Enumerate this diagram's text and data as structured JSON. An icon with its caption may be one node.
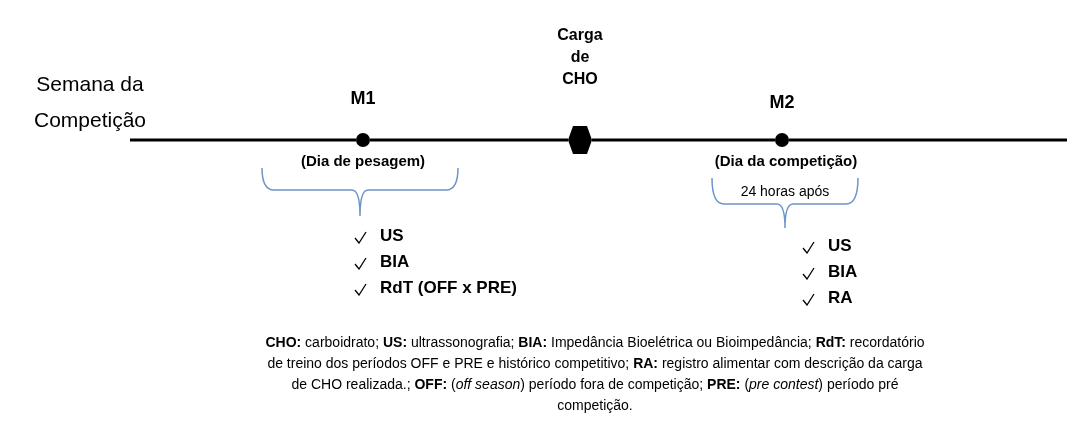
{
  "diagram": {
    "caption": "**CHO:** carboidrato; **US:** ultrassonografia;  **BIA:** Impedância Bioelétrica ou Bioimpedância; **RdT:** recordatório de treino dos períodos OFF e PRE  e histórico competitivo; **RA:** registro alimentar com descrição da carga de CHO realizada.; **OFF:** (*off season*) período fora de competição; **PRE:** (*pre contest*) período pré competição.",
    "nodes": [
      {
        "text": [
          "Semana da Competição"
        ]
      },
      {
        "text": [
          "M1",
          "(Dia de pesagem)"
        ]
      },
      {
        "text": [
          "Carga de CHO"
        ]
      },
      {
        "text": [
          "M2",
          "(Dia da competição)"
        ],
        "beside": [
          "24 horas após"
        ]
      }
    ],
    "edges": [
      {
        "from": 0,
        "to": 1,
        "arrow": "none"
      },
      {
        "from": 1,
        "to": 2,
        "arrow": "none"
      },
      {
        "from": 2,
        "to": 3,
        "arrow": "none"
      },
      {
        "from": 3,
        "to": null,
        "arrow": "none"
      }
    ],
    "labels": [
      "US",
      "BIA",
      "RdT (OFF x PRE)",
      "US",
      "BIA",
      "RA"
    ]
  }
}
